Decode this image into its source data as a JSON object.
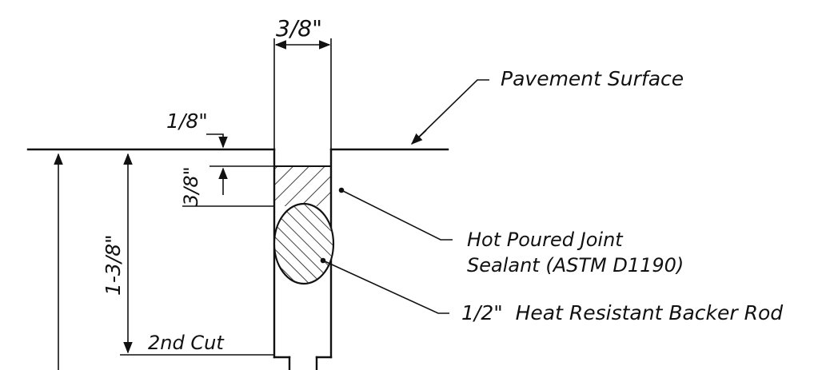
{
  "labels": {
    "joint_width": "3/8\"",
    "pavement_surface": "Pavement Surface",
    "surface_offset": "1/8\"",
    "sealant_depth": "3/8\"",
    "total_depth": "1-3/8\"",
    "sealant_line1": "Hot Poured Joint",
    "sealant_line2": "Sealant (ASTM D1190)",
    "backer_rod": "1/2\"  Heat Resistant Backer Rod",
    "second_cut": "2nd Cut"
  },
  "colors": {
    "ink": "#111111",
    "background": "#ffffff"
  }
}
